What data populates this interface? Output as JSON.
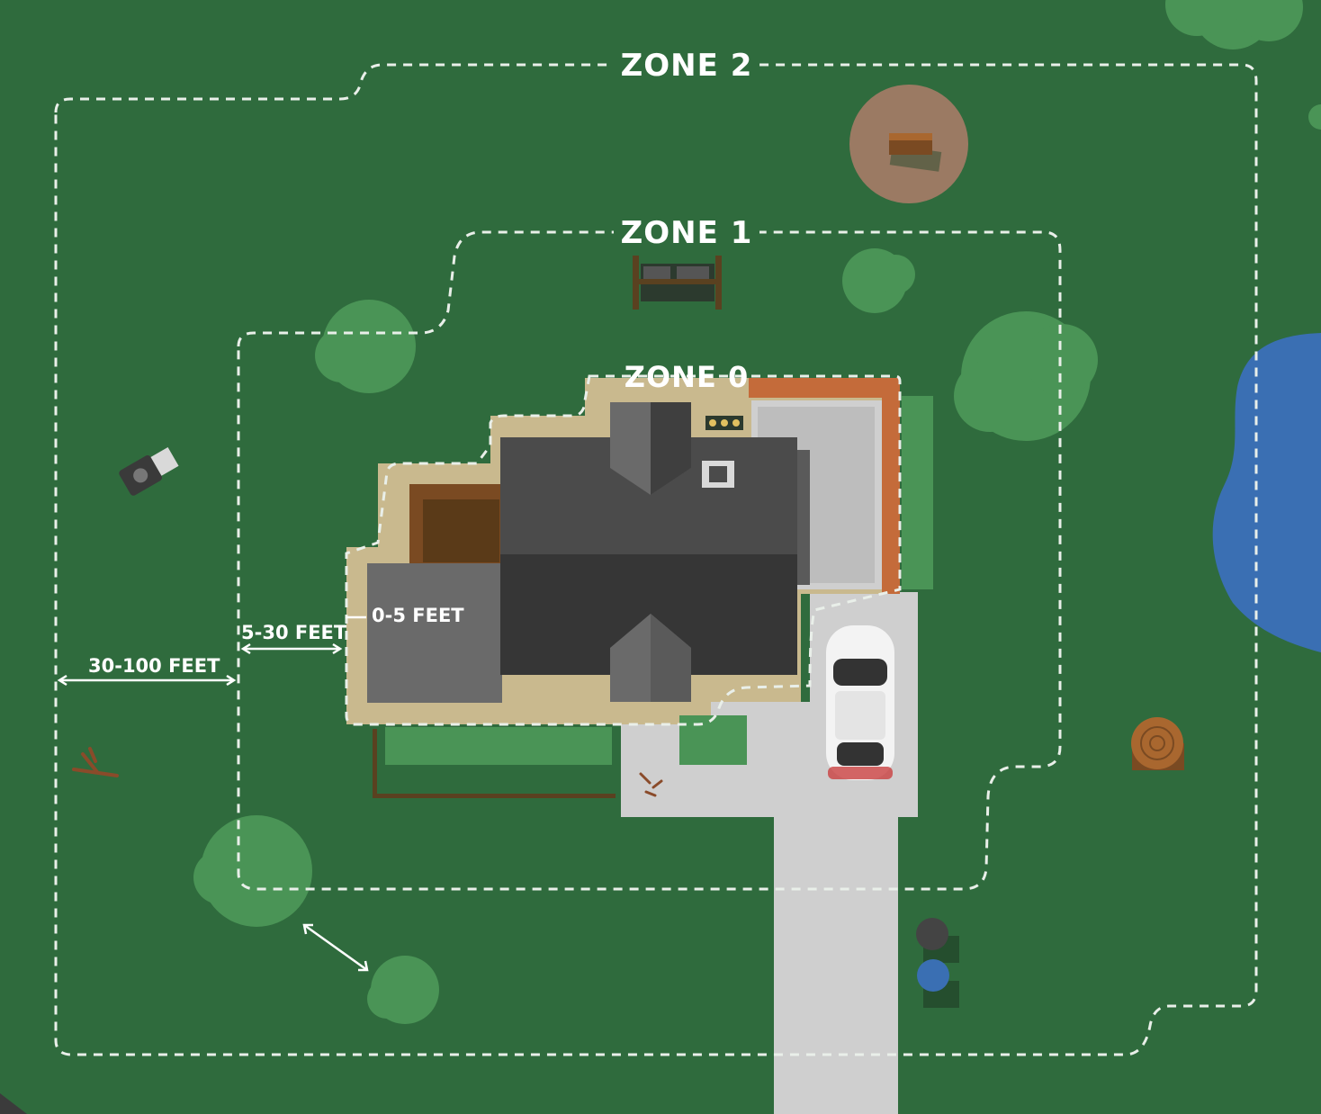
{
  "zones": {
    "zone2": "ZONE 2",
    "zone1": "ZONE 1",
    "zone0": "ZONE 0"
  },
  "distances": {
    "zone0": "0-5 FEET",
    "zone1": "5-30 FEET",
    "zone2": "30-100 FEET"
  },
  "colors": {
    "lawn": "#2f6b3d",
    "tree": "#4a9456",
    "water": "#3a6fb3",
    "roof": "#4b4b4b",
    "driveway": "#cfcfcf",
    "mulch": "#c9b98e",
    "zone_outline": "#e9efe9"
  }
}
